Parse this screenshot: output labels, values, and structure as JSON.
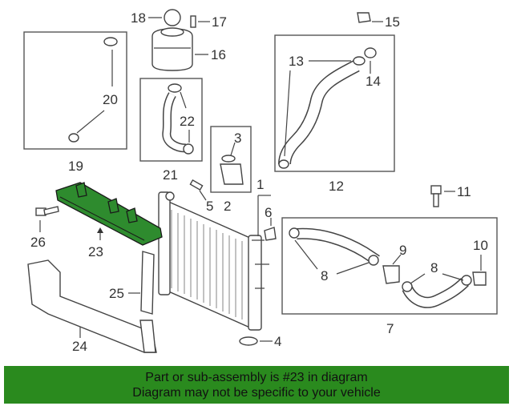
{
  "banner": {
    "line1": "Part or sub-assembly is #23 in diagram",
    "line2": "Diagram may not be specific to your vehicle",
    "color": "#2a8a1e"
  },
  "highlight_color": "#2e8b2e",
  "callouts": {
    "c1": "1",
    "c2": "2",
    "c3": "3",
    "c4": "4",
    "c5": "5",
    "c6": "6",
    "c7": "7",
    "c8a": "8",
    "c8b": "8",
    "c9": "9",
    "c10": "10",
    "c11": "11",
    "c12": "12",
    "c13": "13",
    "c14": "14",
    "c15": "15",
    "c16": "16",
    "c17": "17",
    "c18": "18",
    "c19": "19",
    "c20": "20",
    "c21": "21",
    "c22": "22",
    "c23": "23",
    "c24": "24",
    "c25": "25",
    "c26": "26"
  }
}
